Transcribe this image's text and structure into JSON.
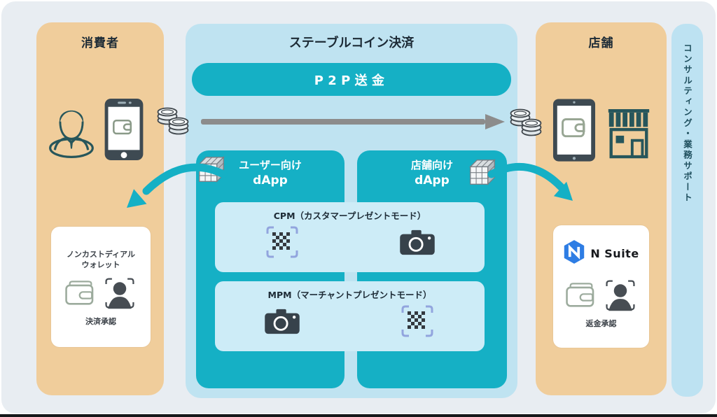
{
  "palette": {
    "card_bg": "#e8edf2",
    "tan": "#f0cd9b",
    "panel_blue": "#bfe3f1",
    "teal": "#15b0c5",
    "inner_blue": "#cdecf7",
    "strip_blue": "#bde2f2",
    "text_dark": "#1d2b36",
    "arrow_gray": "#8c8c8c",
    "nsuite_blue": "#2e7de4",
    "qr_bracket": "#92a5de"
  },
  "consumer": {
    "title": "消費者",
    "card": {
      "line1": "ノンカストディアル",
      "line2": "ウォレット",
      "caption": "決済承認"
    }
  },
  "payment": {
    "title": "ステーブルコイン決済",
    "p2p_label": "P2P送金",
    "user_dapp": {
      "line1": "ユーザー向け",
      "line2": "dApp"
    },
    "merchant_dapp": {
      "line1": "店舗向け",
      "line2": "dApp"
    },
    "cpm_label": "CPM（カスタマープレゼントモード）",
    "mpm_label": "MPM（マーチャントプレゼントモード）"
  },
  "store": {
    "title": "店舗",
    "card": {
      "brand": "N Suite",
      "caption": "返金承認"
    }
  },
  "support": {
    "label": "コンサルティング・業務サポート"
  }
}
